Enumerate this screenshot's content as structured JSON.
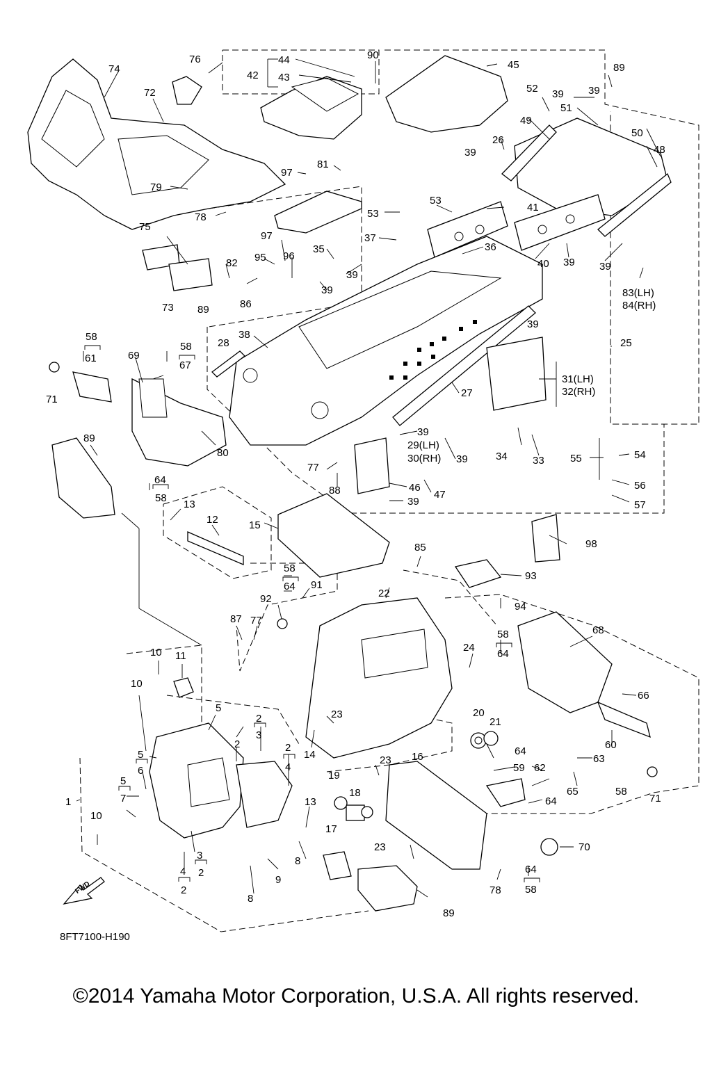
{
  "diagram": {
    "drawing_code": "8FT7100-H190",
    "fwd_label": "FWD",
    "copyright": "©2014 Yamaha Motor Corporation, U.S.A. All rights reserved.",
    "callouts": [
      {
        "id": "c1",
        "label": "1"
      },
      {
        "id": "c2a",
        "label": "2"
      },
      {
        "id": "c2b",
        "label": "2"
      },
      {
        "id": "c2c",
        "label": "2"
      },
      {
        "id": "c2d",
        "label": "2"
      },
      {
        "id": "c2e",
        "label": "2"
      },
      {
        "id": "c2f",
        "label": "2"
      },
      {
        "id": "c3a",
        "label": "3"
      },
      {
        "id": "c3b",
        "label": "3"
      },
      {
        "id": "c4a",
        "label": "4"
      },
      {
        "id": "c4b",
        "label": "4"
      },
      {
        "id": "c5a",
        "label": "5"
      },
      {
        "id": "c5b",
        "label": "5"
      },
      {
        "id": "c5c",
        "label": "5"
      },
      {
        "id": "c6",
        "label": "6"
      },
      {
        "id": "c7",
        "label": "7"
      },
      {
        "id": "c8a",
        "label": "8"
      },
      {
        "id": "c8b",
        "label": "8"
      },
      {
        "id": "c9",
        "label": "9"
      },
      {
        "id": "c10a",
        "label": "10"
      },
      {
        "id": "c10b",
        "label": "10"
      },
      {
        "id": "c10c",
        "label": "10"
      },
      {
        "id": "c11",
        "label": "11"
      },
      {
        "id": "c12",
        "label": "12"
      },
      {
        "id": "c13a",
        "label": "13"
      },
      {
        "id": "c13b",
        "label": "13"
      },
      {
        "id": "c14",
        "label": "14"
      },
      {
        "id": "c15",
        "label": "15"
      },
      {
        "id": "c16",
        "label": "16"
      },
      {
        "id": "c17",
        "label": "17"
      },
      {
        "id": "c18",
        "label": "18"
      },
      {
        "id": "c19",
        "label": "19"
      },
      {
        "id": "c20",
        "label": "20"
      },
      {
        "id": "c21",
        "label": "21"
      },
      {
        "id": "c22",
        "label": "22"
      },
      {
        "id": "c23a",
        "label": "23"
      },
      {
        "id": "c23b",
        "label": "23"
      },
      {
        "id": "c23c",
        "label": "23"
      },
      {
        "id": "c24",
        "label": "24"
      },
      {
        "id": "c25",
        "label": "25"
      },
      {
        "id": "c26",
        "label": "26"
      },
      {
        "id": "c27",
        "label": "27"
      },
      {
        "id": "c28",
        "label": "28"
      },
      {
        "id": "c29",
        "label": "29(LH)"
      },
      {
        "id": "c30",
        "label": "30(RH)"
      },
      {
        "id": "c31",
        "label": "31(LH)"
      },
      {
        "id": "c32",
        "label": "32(RH)"
      },
      {
        "id": "c33",
        "label": "33"
      },
      {
        "id": "c34",
        "label": "34"
      },
      {
        "id": "c35",
        "label": "35"
      },
      {
        "id": "c36",
        "label": "36"
      },
      {
        "id": "c37",
        "label": "37"
      },
      {
        "id": "c38",
        "label": "38"
      },
      {
        "id": "c39a",
        "label": "39"
      },
      {
        "id": "c39b",
        "label": "39"
      },
      {
        "id": "c39c",
        "label": "39"
      },
      {
        "id": "c39d",
        "label": "39"
      },
      {
        "id": "c39e",
        "label": "39"
      },
      {
        "id": "c39f",
        "label": "39"
      },
      {
        "id": "c39g",
        "label": "39"
      },
      {
        "id": "c39h",
        "label": "39"
      },
      {
        "id": "c39i",
        "label": "39"
      },
      {
        "id": "c39j",
        "label": "39"
      },
      {
        "id": "c39k",
        "label": "39"
      },
      {
        "id": "c40",
        "label": "40"
      },
      {
        "id": "c41",
        "label": "41"
      },
      {
        "id": "c42",
        "label": "42"
      },
      {
        "id": "c43",
        "label": "43"
      },
      {
        "id": "c44",
        "label": "44"
      },
      {
        "id": "c45",
        "label": "45"
      },
      {
        "id": "c46",
        "label": "46"
      },
      {
        "id": "c47",
        "label": "47"
      },
      {
        "id": "c48",
        "label": "48"
      },
      {
        "id": "c49",
        "label": "49"
      },
      {
        "id": "c50",
        "label": "50"
      },
      {
        "id": "c51",
        "label": "51"
      },
      {
        "id": "c52",
        "label": "52"
      },
      {
        "id": "c53a",
        "label": "53"
      },
      {
        "id": "c53b",
        "label": "53"
      },
      {
        "id": "c54",
        "label": "54"
      },
      {
        "id": "c55",
        "label": "55"
      },
      {
        "id": "c56",
        "label": "56"
      },
      {
        "id": "c57",
        "label": "57"
      },
      {
        "id": "c58a",
        "label": "58"
      },
      {
        "id": "c58b",
        "label": "58"
      },
      {
        "id": "c58c",
        "label": "58"
      },
      {
        "id": "c58d",
        "label": "58"
      },
      {
        "id": "c58e",
        "label": "58"
      },
      {
        "id": "c58f",
        "label": "58"
      },
      {
        "id": "c58g",
        "label": "58"
      },
      {
        "id": "c59",
        "label": "59"
      },
      {
        "id": "c60",
        "label": "60"
      },
      {
        "id": "c61",
        "label": "61"
      },
      {
        "id": "c62",
        "label": "62"
      },
      {
        "id": "c63",
        "label": "63"
      },
      {
        "id": "c64a",
        "label": "64"
      },
      {
        "id": "c64b",
        "label": "64"
      },
      {
        "id": "c64c",
        "label": "64"
      },
      {
        "id": "c64d",
        "label": "64"
      },
      {
        "id": "c64e",
        "label": "64"
      },
      {
        "id": "c64f",
        "label": "64"
      },
      {
        "id": "c65",
        "label": "65"
      },
      {
        "id": "c66",
        "label": "66"
      },
      {
        "id": "c67",
        "label": "67"
      },
      {
        "id": "c68",
        "label": "68"
      },
      {
        "id": "c69",
        "label": "69"
      },
      {
        "id": "c70",
        "label": "70"
      },
      {
        "id": "c71a",
        "label": "71"
      },
      {
        "id": "c71b",
        "label": "71"
      },
      {
        "id": "c72",
        "label": "72"
      },
      {
        "id": "c73",
        "label": "73"
      },
      {
        "id": "c74",
        "label": "74"
      },
      {
        "id": "c75",
        "label": "75"
      },
      {
        "id": "c76",
        "label": "76"
      },
      {
        "id": "c77a",
        "label": "77"
      },
      {
        "id": "c77b",
        "label": "77"
      },
      {
        "id": "c78a",
        "label": "78"
      },
      {
        "id": "c78b",
        "label": "78"
      },
      {
        "id": "c79",
        "label": "79"
      },
      {
        "id": "c80",
        "label": "80"
      },
      {
        "id": "c81",
        "label": "81"
      },
      {
        "id": "c82",
        "label": "82"
      },
      {
        "id": "c83",
        "label": "83(LH)"
      },
      {
        "id": "c84",
        "label": "84(RH)"
      },
      {
        "id": "c85",
        "label": "85"
      },
      {
        "id": "c86",
        "label": "86"
      },
      {
        "id": "c87",
        "label": "87"
      },
      {
        "id": "c88",
        "label": "88"
      },
      {
        "id": "c89a",
        "label": "89"
      },
      {
        "id": "c89b",
        "label": "89"
      },
      {
        "id": "c89c",
        "label": "89"
      },
      {
        "id": "c89d",
        "label": "89"
      },
      {
        "id": "c90",
        "label": "90"
      },
      {
        "id": "c91",
        "label": "91"
      },
      {
        "id": "c92",
        "label": "92"
      },
      {
        "id": "c93",
        "label": "93"
      },
      {
        "id": "c94",
        "label": "94"
      },
      {
        "id": "c95",
        "label": "95"
      },
      {
        "id": "c96",
        "label": "96"
      },
      {
        "id": "c97a",
        "label": "97"
      },
      {
        "id": "c97b",
        "label": "97"
      },
      {
        "id": "c98",
        "label": "98"
      }
    ]
  }
}
